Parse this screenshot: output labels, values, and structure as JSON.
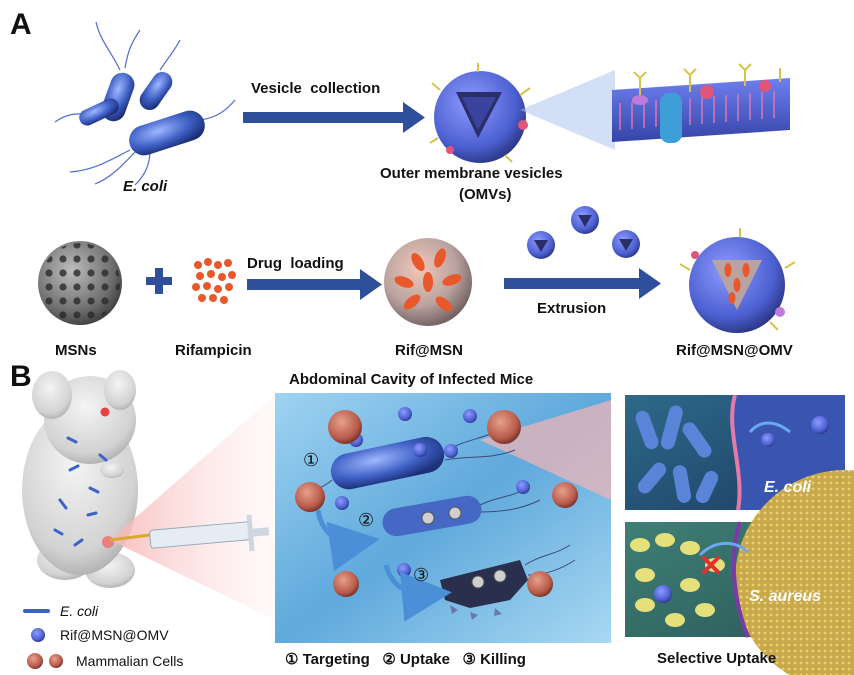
{
  "panel_a": {
    "letter": "A",
    "ecoli_label": "E. coli",
    "vesicle_collection": "Vesicle  collection",
    "omv_label_line1": "Outer membrane vesicles",
    "omv_label_line2": "(OMVs)",
    "drug_loading": "Drug  loading",
    "extrusion": "Extrusion",
    "msns": "MSNs",
    "rifampicin": "Rifampicin",
    "rif_msn": "Rif@MSN",
    "rif_msn_omv": "Rif@MSN@OMV"
  },
  "panel_b": {
    "letter": "B",
    "title": "Abdominal Cavity of Infected Mice",
    "step1_num": "①",
    "step2_num": "②",
    "step3_num": "③",
    "steps_caption": "① Targeting   ② Uptake   ③ Killing",
    "ecoli_inset_label": "E. coli",
    "saureus_inset_label": "S. aureus",
    "selective_uptake": "Selective Uptake",
    "legend": {
      "ecoli": "E. coli",
      "rif_msn_omv": "Rif@MSN@OMV",
      "mammalian": "Mammalian Cells"
    }
  },
  "colors": {
    "arrow_blue": "#2f4f9a",
    "bacteria_blue": "#3d5fc4",
    "omv_blue": "#4b5fd0",
    "drug_orange": "#e8582a",
    "mammalian_red": "#b85a4a"
  }
}
